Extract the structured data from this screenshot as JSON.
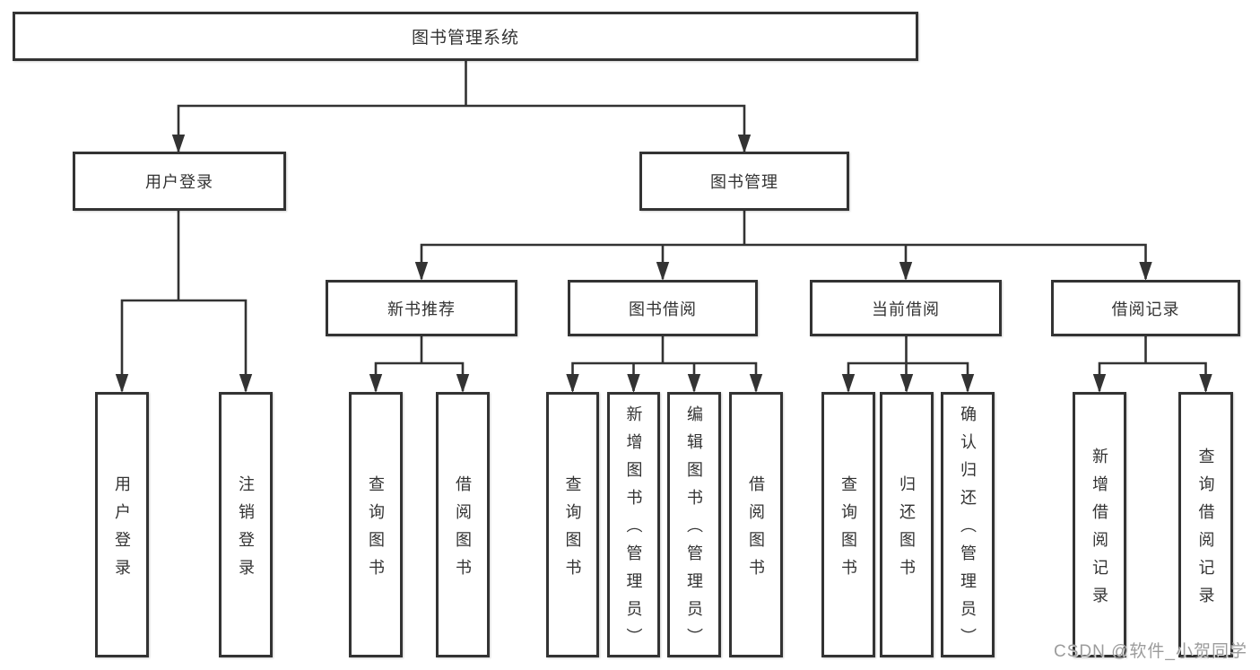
{
  "diagram": {
    "nodes": {
      "root": "图书管理系统",
      "user_login": "用户登录",
      "book_mgmt": "图书管理",
      "new_book_rec": "新书推荐",
      "book_borrow": "图书借阅",
      "current_borrow": "当前借阅",
      "borrow_record": "借阅记录"
    },
    "leaves": {
      "user_login": [
        "用户登录",
        "注销登录"
      ],
      "new_book_rec": [
        "查询图书",
        "借阅图书"
      ],
      "book_borrow": [
        "查询图书",
        "新增图书（管理员）",
        "编辑图书（管理员）",
        "借阅图书"
      ],
      "current_borrow": [
        "查询图书",
        "归还图书",
        "确认归还（管理员）"
      ],
      "borrow_record": [
        "新增借阅记录",
        "查询借阅记录"
      ]
    }
  },
  "watermark": {
    "text": "CSDN @软件_小贺同学"
  },
  "colors": {
    "line": "#333333",
    "text": "#333333",
    "background": "#ffffff",
    "watermark": "#9c9c9c"
  }
}
